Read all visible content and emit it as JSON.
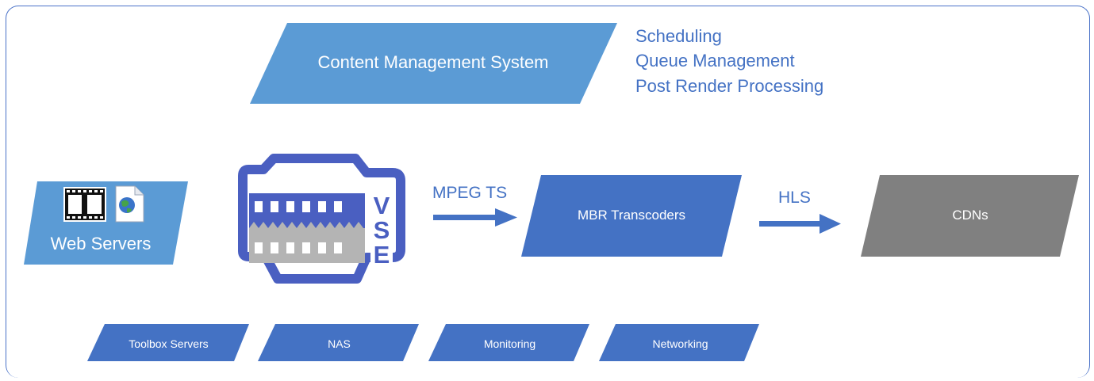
{
  "cms": {
    "label": "Content Management System",
    "functions": [
      "Scheduling",
      "Queue Management",
      "Post Render Processing"
    ]
  },
  "sources": {
    "label": "Web Servers",
    "icons": [
      "film-strip-icon",
      "globe-document-icon"
    ]
  },
  "vse": {
    "letters": "VSE",
    "icon": "vse-encoder-icon"
  },
  "links": {
    "vse_to_transcoders": "MPEG TS",
    "transcoders_to_cdn": "HLS"
  },
  "transcoders": {
    "label": "MBR Transcoders"
  },
  "cdns": {
    "label": "CDNs"
  },
  "infrastructure": [
    {
      "label": "Toolbox Servers"
    },
    {
      "label": "NAS"
    },
    {
      "label": "Monitoring"
    },
    {
      "label": "Networking"
    }
  ],
  "colors": {
    "frame": "#4a72c8",
    "cms_fill": "#5b9bd5",
    "source_fill": "#5b9bd5",
    "transcoder_fill": "#4472c4",
    "cdn_fill": "#808080",
    "infra_fill": "#4472c4",
    "text_blue": "#4472c4",
    "vse_blue": "#4a5fc1",
    "vse_gray": "#b4b4b4"
  }
}
